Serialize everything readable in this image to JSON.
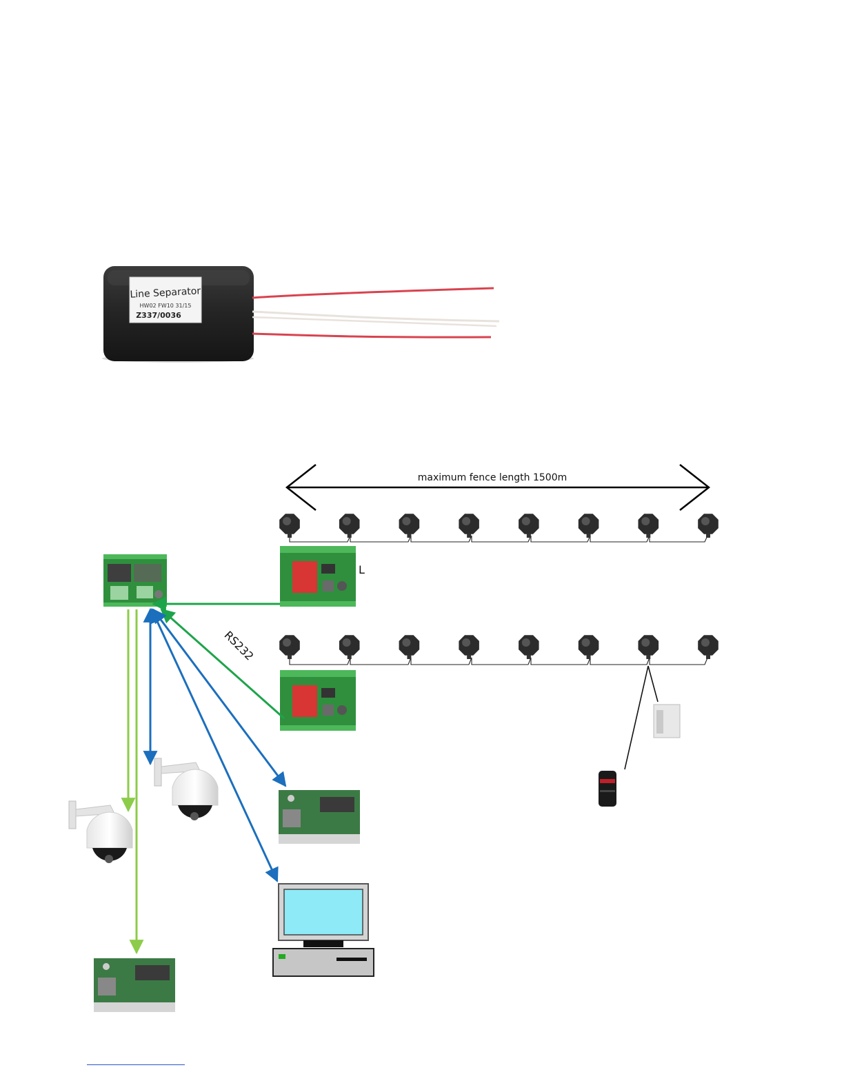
{
  "product": {
    "label_title": "Line Separator",
    "label_line": "HW02 FW10 31/15",
    "label_code": "Z337/0036",
    "wire_colors": [
      "#d8434f",
      "#e8e2dc",
      "#d8434f"
    ]
  },
  "diagram": {
    "fence_length_label": "maximum fence length 1500m",
    "line_marker": "L",
    "link_label": "RS232",
    "colors": {
      "rs232_link": "#1da44a",
      "network_link": "#1b6fbd",
      "control_link": "#8ccc4a",
      "board_green": "#2f8f3d",
      "sensor": "#2c2c2c",
      "monitor_screen": "#8eeaf7"
    },
    "sensor_count_per_line": 8,
    "icons": [
      "sensor-icon",
      "controller-board-icon",
      "relay-board-icon",
      "ptz-camera-icon",
      "pc-workstation-icon",
      "beam-detector-icon",
      "microwave-detector-icon"
    ]
  }
}
